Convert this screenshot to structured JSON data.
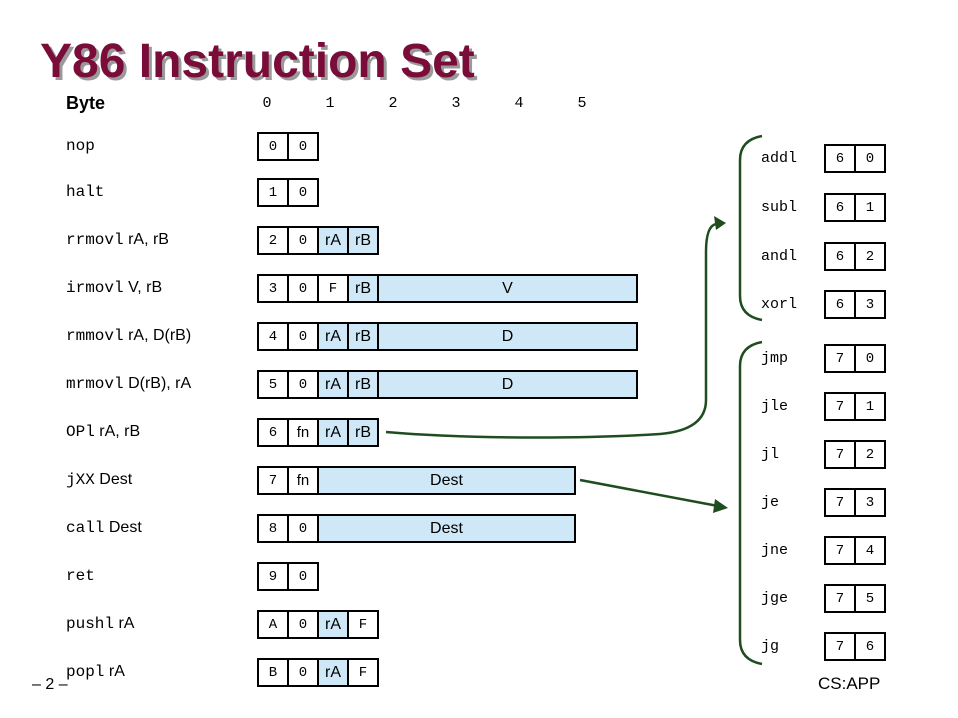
{
  "title": "Y86 Instruction Set",
  "byte_label": "Byte",
  "byte_numbers": [
    "0",
    "1",
    "2",
    "3",
    "4",
    "5"
  ],
  "instructions": [
    {
      "op": "nop",
      "args": "",
      "cells": [
        [
          "nib",
          "0"
        ],
        [
          "nib",
          "0"
        ]
      ]
    },
    {
      "op": "halt",
      "args": "",
      "cells": [
        [
          "nib",
          "1"
        ],
        [
          "nib",
          "0"
        ]
      ]
    },
    {
      "op": "rrmovl",
      "args": "rA, rB",
      "cells": [
        [
          "nib",
          "2"
        ],
        [
          "nib",
          "0"
        ],
        [
          "reg",
          "rA"
        ],
        [
          "reg",
          "rB"
        ]
      ]
    },
    {
      "op": "irmovl",
      "args": "V, rB",
      "cells": [
        [
          "nib",
          "3"
        ],
        [
          "nib",
          "0"
        ],
        [
          "fval",
          "F"
        ],
        [
          "reg",
          "rB"
        ],
        [
          "big",
          "V"
        ]
      ]
    },
    {
      "op": "rmmovl",
      "args": "rA, D(rB)",
      "cells": [
        [
          "nib",
          "4"
        ],
        [
          "nib",
          "0"
        ],
        [
          "reg",
          "rA"
        ],
        [
          "reg",
          "rB"
        ],
        [
          "big",
          "D"
        ]
      ]
    },
    {
      "op": "mrmovl",
      "args": "D(rB), rA",
      "cells": [
        [
          "nib",
          "5"
        ],
        [
          "nib",
          "0"
        ],
        [
          "reg",
          "rA"
        ],
        [
          "reg",
          "rB"
        ],
        [
          "big",
          "D"
        ]
      ]
    },
    {
      "op": "OPl",
      "args": "rA, rB",
      "cells": [
        [
          "nib",
          "6"
        ],
        [
          "fnc",
          "fn"
        ],
        [
          "reg",
          "rA"
        ],
        [
          "reg",
          "rB"
        ]
      ]
    },
    {
      "op": "jXX",
      "args": "Dest",
      "cells": [
        [
          "nib",
          "7"
        ],
        [
          "fnc",
          "fn"
        ],
        [
          "big",
          "Dest"
        ]
      ]
    },
    {
      "op": "call",
      "args": "Dest",
      "cells": [
        [
          "nib",
          "8"
        ],
        [
          "nib",
          "0"
        ],
        [
          "big",
          "Dest"
        ]
      ]
    },
    {
      "op": "ret",
      "args": "",
      "cells": [
        [
          "nib",
          "9"
        ],
        [
          "nib",
          "0"
        ]
      ]
    },
    {
      "op": "pushl",
      "args": "rA",
      "cells": [
        [
          "nib",
          "A"
        ],
        [
          "nib",
          "0"
        ],
        [
          "reg",
          "rA"
        ],
        [
          "fval",
          "F"
        ]
      ]
    },
    {
      "op": "popl",
      "args": "rA",
      "cells": [
        [
          "nib",
          "B"
        ],
        [
          "nib",
          "0"
        ],
        [
          "reg",
          "rA"
        ],
        [
          "fval",
          "F"
        ]
      ]
    }
  ],
  "op_group": [
    {
      "name": "addl",
      "code": [
        "6",
        "0"
      ]
    },
    {
      "name": "subl",
      "code": [
        "6",
        "1"
      ]
    },
    {
      "name": "andl",
      "code": [
        "6",
        "2"
      ]
    },
    {
      "name": "xorl",
      "code": [
        "6",
        "3"
      ]
    }
  ],
  "jump_group": [
    {
      "name": "jmp",
      "code": [
        "7",
        "0"
      ]
    },
    {
      "name": "jle",
      "code": [
        "7",
        "1"
      ]
    },
    {
      "name": "jl",
      "code": [
        "7",
        "2"
      ]
    },
    {
      "name": "je",
      "code": [
        "7",
        "3"
      ]
    },
    {
      "name": "jne",
      "code": [
        "7",
        "4"
      ]
    },
    {
      "name": "jge",
      "code": [
        "7",
        "5"
      ]
    },
    {
      "name": "jg",
      "code": [
        "7",
        "6"
      ]
    }
  ],
  "footer": {
    "page": "– 2 –",
    "course": "CS:APP"
  },
  "colors": {
    "title": "#7a0c3a",
    "cell_fill": "#cfe8f7",
    "bracket": "#1f4d1f"
  }
}
